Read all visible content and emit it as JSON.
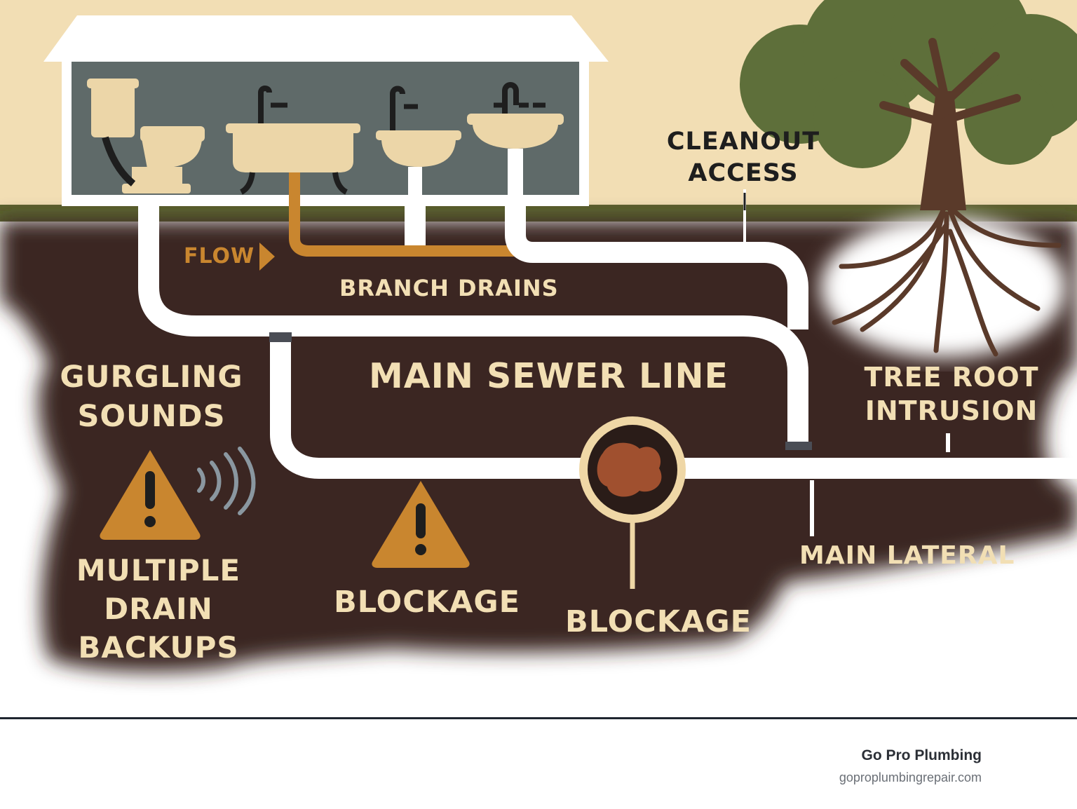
{
  "labels": {
    "cleanout_access": [
      "CLEANOUT",
      "ACCESS"
    ],
    "flow": "FLOW",
    "branch_drains": "BRANCH DRAINS",
    "main_sewer_line": "MAIN SEWER LINE",
    "gurgling_sounds": [
      "GURGLING",
      "SOUNDS"
    ],
    "tree_root_intrusion": [
      "TREE ROOT",
      "INTRUSION"
    ],
    "multiple_drain_backups": [
      "MULTIPLE",
      "DRAIN",
      "BACKUPS"
    ],
    "blockage_warning": "BLOCKAGE",
    "blockage_magnifier": "BLOCKAGE",
    "main_lateral": "MAIN LATERAL"
  },
  "footer": {
    "brand": "Go Pro Plumbing",
    "url": "goproplumbingrepair.com"
  },
  "colors": {
    "sky": "#f2deb4",
    "grass": "#5b6330",
    "soil": "#3a2620",
    "interior": "#5f6a69",
    "pipe": "#ffffff",
    "fixture": "#ecd6a8",
    "accent": "#c9862f",
    "tree_canopy": "#5e6f3a",
    "trunk": "#5a3a2a",
    "label": "#f2dfb4"
  },
  "icons": [
    "toilet-icon",
    "bathtub-icon",
    "sink-icon",
    "warning-icon",
    "sound-waves-icon",
    "magnifier-icon",
    "tree-icon",
    "arrow-right-icon"
  ]
}
